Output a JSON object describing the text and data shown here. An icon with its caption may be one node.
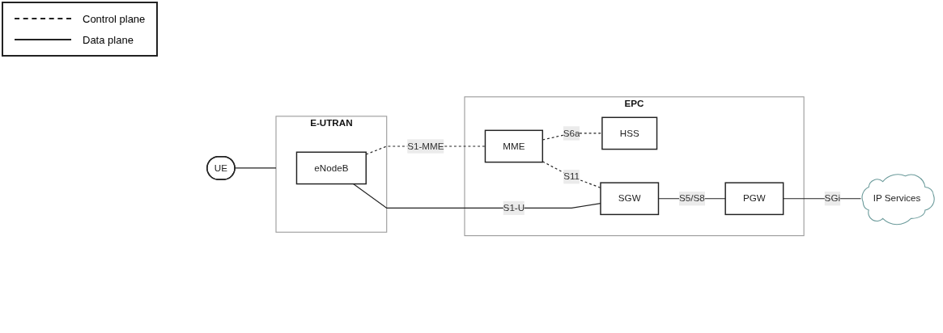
{
  "diagram": {
    "nodes": [
      {
        "text": [
          "UE"
        ]
      },
      {
        "text": [
          "E-UTRAN"
        ]
      },
      {
        "text": [
          "eNodeB"
        ],
        "in": 1
      },
      {
        "text": [
          "EPC"
        ]
      },
      {
        "text": [
          "MME"
        ],
        "in": 3
      },
      {
        "text": [
          "HSS"
        ],
        "in": 3
      },
      {
        "text": [
          "SGW"
        ],
        "in": 3
      },
      {
        "text": [
          "PGW"
        ],
        "in": 3
      },
      {
        "text": [
          "IP Services"
        ]
      }
    ],
    "edges": [
      {
        "from": 0,
        "to": 1,
        "arrow": "none"
      },
      {
        "from": 2,
        "to": 4,
        "arrow": "none",
        "label": "S1-MME",
        "style": "dashed"
      },
      {
        "from": 2,
        "to": 6,
        "arrow": "none",
        "label": "S1-U"
      },
      {
        "from": 4,
        "to": 5,
        "arrow": "none",
        "label": "S6a",
        "style": "dashed"
      },
      {
        "from": 4,
        "to": 6,
        "arrow": "none",
        "label": "S11",
        "style": "dashed"
      },
      {
        "from": 6,
        "to": 7,
        "arrow": "none",
        "label": "S5/S8"
      },
      {
        "from": 7,
        "to": 8,
        "arrow": "none",
        "label": "SGi"
      }
    ],
    "legend": [
      {
        "text": "Control plane"
      },
      {
        "text": "Data plane"
      }
    ]
  }
}
